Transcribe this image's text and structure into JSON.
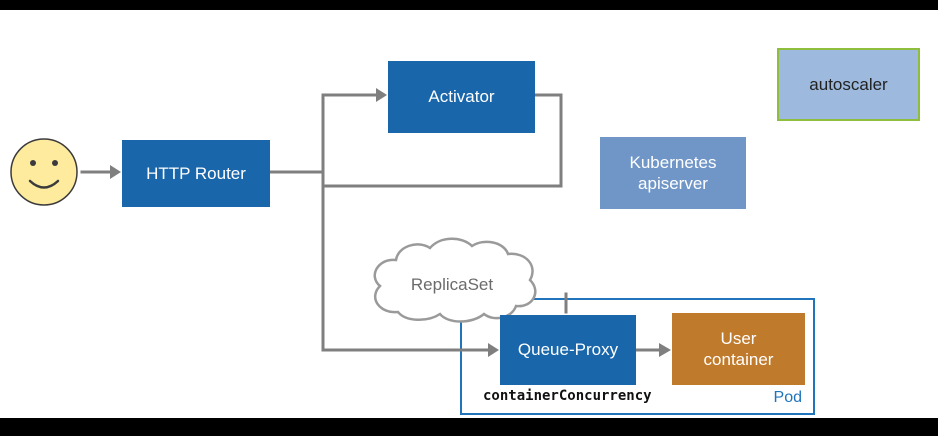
{
  "nodes": {
    "user": {
      "icon": "smiley-face"
    },
    "http_router": {
      "label": "HTTP Router"
    },
    "activator": {
      "label": "Activator"
    },
    "kubernetes_apiserver": {
      "label": "Kubernetes apiserver"
    },
    "autoscaler": {
      "label": "autoscaler"
    },
    "replicaset": {
      "label": "ReplicaSet"
    },
    "queue_proxy": {
      "label": "Queue-Proxy"
    },
    "user_container": {
      "label": "User container"
    },
    "pod": {
      "label": "Pod",
      "annotation": "containerConcurrency"
    }
  },
  "colors": {
    "dark_blue": "#1966ab",
    "apiserver_blue": "#7096c8",
    "autoscaler_fill": "#9dbade",
    "autoscaler_border": "#8fbe3f",
    "container_orange": "#c07a2c",
    "pod_border_blue": "#1f74bc",
    "line_gray": "#7f7f7f",
    "cloud_stroke": "#9a9a9a",
    "cloud_text": "#6b6b6b",
    "smiley_fill": "#ffeb9e",
    "smiley_stroke": "#3b3b3b"
  }
}
